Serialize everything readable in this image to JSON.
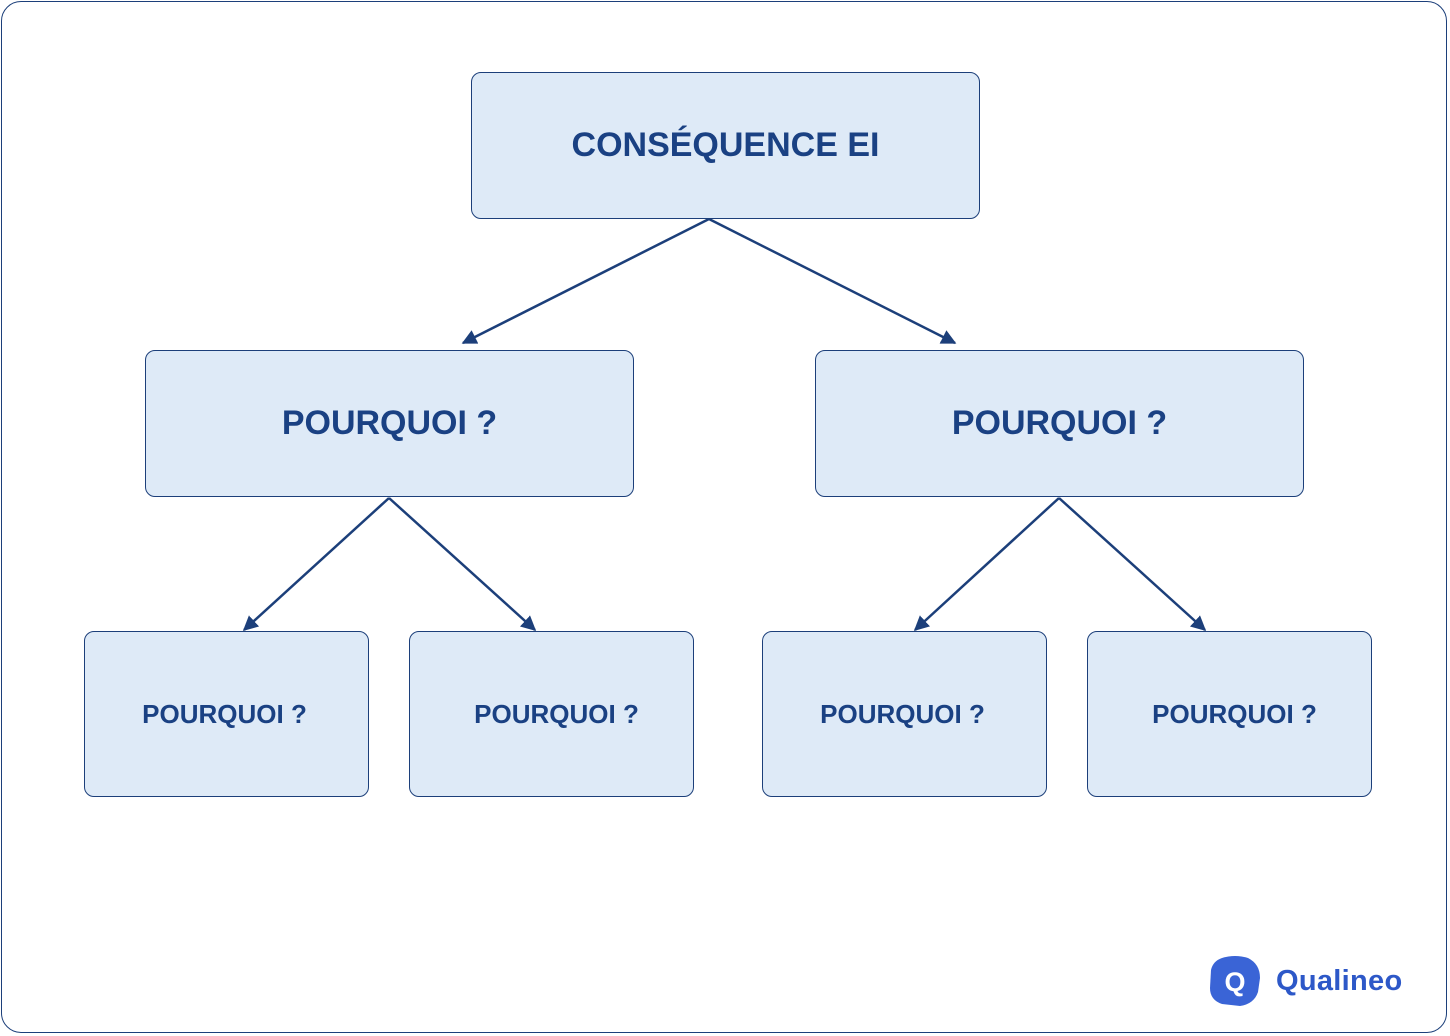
{
  "diagram": {
    "root": {
      "label": "CONSÉQUENCE EI"
    },
    "level1": [
      {
        "label": "POURQUOI ?"
      },
      {
        "label": "POURQUOI ?"
      }
    ],
    "level2": [
      {
        "label": "POURQUOI ?"
      },
      {
        "label": "POURQUOI ?"
      },
      {
        "label": "POURQUOI ?"
      },
      {
        "label": "POURQUOI ?"
      }
    ]
  },
  "brand": {
    "logo_icon": "q-letter-icon",
    "logo_letter": "Q",
    "name": "Qualineo",
    "color": "#2d58c8"
  },
  "colors": {
    "node_fill": "#deeaf7",
    "node_border": "#1c3f7a",
    "text": "#1a4183",
    "edge": "#1c3f7a"
  }
}
